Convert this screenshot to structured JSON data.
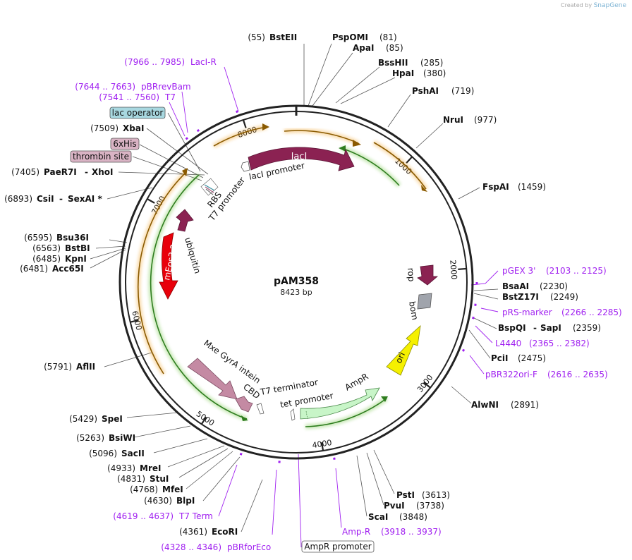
{
  "credit": {
    "prefix": "Created by",
    "brand": "SnapGene"
  },
  "plasmid": {
    "name": "pAM358",
    "length_label": "8423 bp",
    "total_bp": 8423
  },
  "ticks": [
    {
      "bp": 1000,
      "label": "1000"
    },
    {
      "bp": 2000,
      "label": "2000"
    },
    {
      "bp": 3000,
      "label": "3000"
    },
    {
      "bp": 4000,
      "label": "4000"
    },
    {
      "bp": 5000,
      "label": "5000"
    },
    {
      "bp": 6000,
      "label": "6000"
    },
    {
      "bp": 7000,
      "label": "7000"
    },
    {
      "bp": 8000,
      "label": "8000"
    }
  ],
  "sites": [
    {
      "name": "BstEII",
      "pos": "(55)",
      "bp": 55
    },
    {
      "name": "PspOMI",
      "pos": "(81)",
      "bp": 81
    },
    {
      "name": "ApaI",
      "pos": "(85)",
      "bp": 85
    },
    {
      "name": "BssHII",
      "pos": "(285)",
      "bp": 285
    },
    {
      "name": "HpaI",
      "pos": "(380)",
      "bp": 380
    },
    {
      "name": "PshAI",
      "pos": "(719)",
      "bp": 719
    },
    {
      "name": "NruI",
      "pos": "(977)",
      "bp": 977
    },
    {
      "name": "FspAI",
      "pos": "(1459)",
      "bp": 1459
    },
    {
      "name": "BsaAI",
      "pos": "(2230)",
      "bp": 2230
    },
    {
      "name": "BstZ17I",
      "pos": "(2249)",
      "bp": 2249
    },
    {
      "name": "BspQI",
      "name2": "SapI",
      "pos": "(2359)",
      "bp": 2359
    },
    {
      "name": "PciI",
      "pos": "(2475)",
      "bp": 2475
    },
    {
      "name": "AlwNI",
      "pos": "(2891)",
      "bp": 2891
    },
    {
      "name": "PstI",
      "pos": "(3613)",
      "bp": 3613
    },
    {
      "name": "PvuI",
      "pos": "(3738)",
      "bp": 3738
    },
    {
      "name": "ScaI",
      "pos": "(3848)",
      "bp": 3848
    },
    {
      "name": "EcoRI",
      "pos": "(4361)",
      "bp": 4361
    },
    {
      "name": "BlpI",
      "pos": "(4630)",
      "bp": 4630
    },
    {
      "name": "MfeI",
      "pos": "(4768)",
      "bp": 4768
    },
    {
      "name": "StuI",
      "pos": "(4831)",
      "bp": 4831
    },
    {
      "name": "MreI",
      "pos": "(4933)",
      "bp": 4933
    },
    {
      "name": "SacII",
      "pos": "(5096)",
      "bp": 5096
    },
    {
      "name": "BsiWI",
      "pos": "(5263)",
      "bp": 5263
    },
    {
      "name": "SpeI",
      "pos": "(5429)",
      "bp": 5429
    },
    {
      "name": "AflII",
      "pos": "(5791)",
      "bp": 5791
    },
    {
      "name": "Acc65I",
      "pos": "(6481)",
      "bp": 6481
    },
    {
      "name": "KpnI",
      "pos": "(6485)",
      "bp": 6485
    },
    {
      "name": "BstBI",
      "pos": "(6563)",
      "bp": 6563
    },
    {
      "name": "Bsu36I",
      "pos": "(6595)",
      "bp": 6595
    },
    {
      "name": "CsiI",
      "name2": "SexAI *",
      "pos": "(6893)",
      "bp": 6893
    },
    {
      "name": "PaeR7I",
      "name2": "XhoI",
      "pos": "(7405)",
      "bp": 7405
    },
    {
      "name": "XbaI",
      "pos": "(7509)",
      "bp": 7509
    }
  ],
  "primers": [
    {
      "name": "LacI-R",
      "range": "(7966 .. 7985)",
      "bp": 7975
    },
    {
      "name": "pBRrevBam",
      "range": "(7644 .. 7663)",
      "bp": 7653
    },
    {
      "name": "T7",
      "range": "(7541 .. 7560)",
      "bp": 7550
    },
    {
      "name": "pGEX 3'",
      "range": "(2103 .. 2125)",
      "bp": 2114
    },
    {
      "name": "pRS-marker",
      "range": "(2266 .. 2285)",
      "bp": 2275
    },
    {
      "name": "L4440",
      "range": "(2365 .. 2382)",
      "bp": 2373
    },
    {
      "name": "pBR322ori-F",
      "range": "(2616 .. 2635)",
      "bp": 2625
    },
    {
      "name": "Amp-R",
      "range": "(3918 .. 3937)",
      "bp": 3927
    },
    {
      "name": "T7 Term",
      "range": "(4619 .. 4637)",
      "bp": 4628
    },
    {
      "name": "pBRforEco",
      "range": "(4328 .. 4346)",
      "bp": 4337
    }
  ],
  "boxed_labels": [
    {
      "text": "lac operator",
      "color": "#a8d8e0"
    },
    {
      "text": "6xHis",
      "color": "#d9b3c4"
    },
    {
      "text": "thrombin site",
      "color": "#d9b3c4"
    },
    {
      "text": "AmpR promoter",
      "color": "#ffffff"
    }
  ],
  "features": [
    {
      "name": "lacI",
      "color": "#8b2252"
    },
    {
      "name": "lacI promoter",
      "color": "#ffffff"
    },
    {
      "name": "RBS",
      "color": "#ffffff"
    },
    {
      "name": "T7 promoter",
      "color": "#ffffff"
    },
    {
      "name": "ubiquitin",
      "color": "#8b2252"
    },
    {
      "name": "mEos3.2",
      "color": "#e8000b"
    },
    {
      "name": "Mxe GyrA intein",
      "color": "#c48aa3"
    },
    {
      "name": "CBD",
      "color": "#c48aa3"
    },
    {
      "name": "T7 terminator",
      "color": "#ffffff"
    },
    {
      "name": "tet promoter",
      "color": "#ffffff"
    },
    {
      "name": "AmpR",
      "color": "#c8f5c8"
    },
    {
      "name": "ori",
      "color": "#f5f000"
    },
    {
      "name": "bom",
      "color": "#a0a4ac"
    },
    {
      "name": "rop",
      "color": "#8b2252"
    }
  ],
  "colors": {
    "orf_orange": "#f0a020",
    "orf_green": "#6cc23a",
    "primer_purple": "#a020f0",
    "backbone": "#222222"
  }
}
